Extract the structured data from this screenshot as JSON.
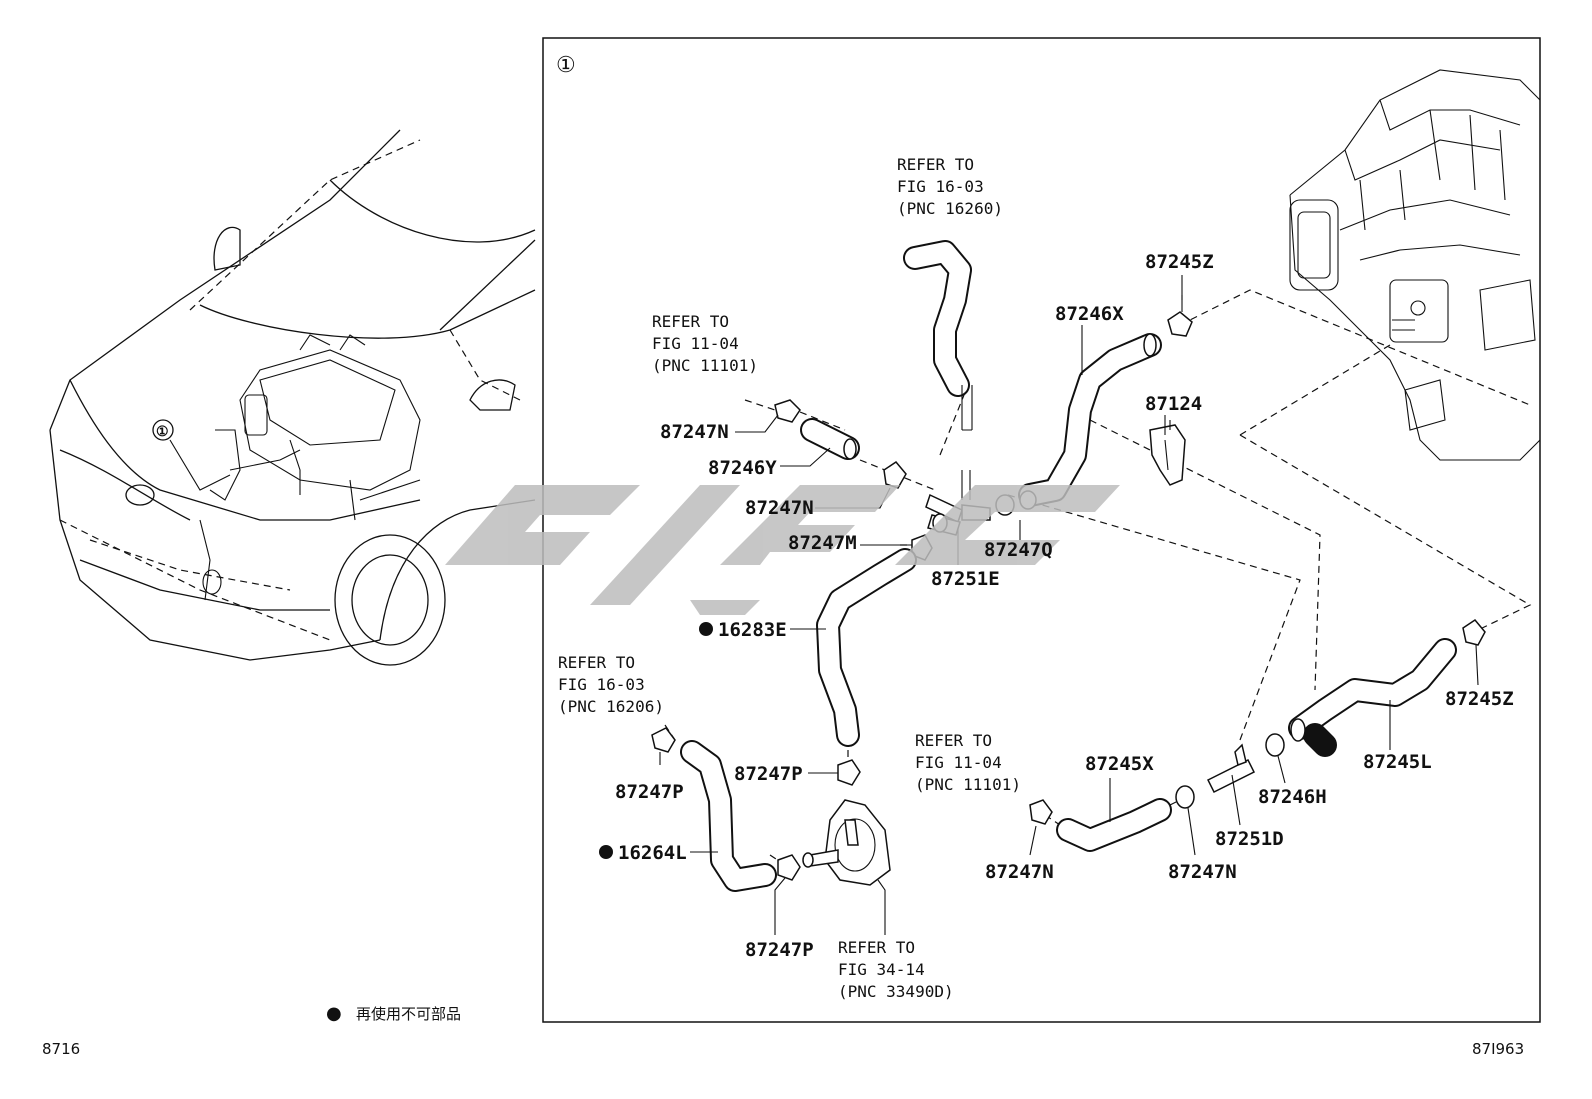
{
  "inset": {
    "marker": "①"
  },
  "watermark_color": "#bdbdbd",
  "parts": {
    "p87245Z_top": "87245Z",
    "p87246X": "87246X",
    "p87124": "87124",
    "p87247N_a": "87247N",
    "p87246Y": "87246Y",
    "p87247N_b": "87247N",
    "p87247M": "87247M",
    "p87247Q": "87247Q",
    "p87251E": "87251E",
    "p16283E": "16283E",
    "p87247P_a": "87247P",
    "p87247P_b": "87247P",
    "p16264L": "16264L",
    "p87247P_c": "87247P",
    "p87245X": "87245X",
    "p87247N_c": "87247N",
    "p87247N_d": "87247N",
    "p87251D": "87251D",
    "p87246H": "87246H",
    "p87245L": "87245L",
    "p87245Z_right": "87245Z"
  },
  "refs": {
    "r1": [
      "REFER TO",
      "FIG 16-03",
      "(PNC 16260)"
    ],
    "r2": [
      "REFER TO",
      "FIG 11-04",
      "(PNC 11101)"
    ],
    "r3": [
      "REFER TO",
      "FIG 16-03",
      "(PNC 16206)"
    ],
    "r4": [
      "REFER TO",
      "FIG 11-04",
      "(PNC 11101)"
    ],
    "r5": [
      "REFER TO",
      "FIG 34-14",
      "(PNC 33490D)"
    ]
  },
  "legend": {
    "text": "再使用不可部品",
    "bullet": "●"
  },
  "footer": {
    "left": "8716",
    "right": "87I963"
  }
}
